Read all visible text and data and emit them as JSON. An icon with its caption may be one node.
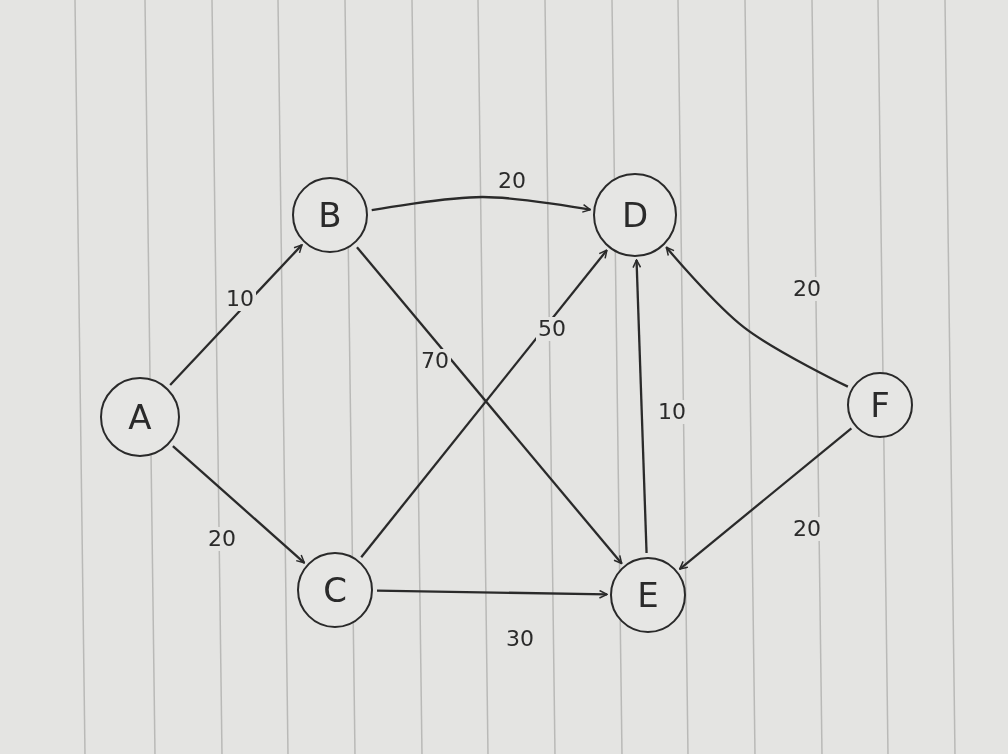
{
  "diagram": {
    "nodes": [
      {
        "text": [
          "A"
        ]
      },
      {
        "text": [
          "B"
        ]
      },
      {
        "text": [
          "C"
        ]
      },
      {
        "text": [
          "D"
        ]
      },
      {
        "text": [
          "E"
        ]
      },
      {
        "text": [
          "F"
        ]
      }
    ],
    "edges": [
      {
        "from": 0,
        "to": 1,
        "arrow": "to",
        "label": "10"
      },
      {
        "from": 0,
        "to": 2,
        "arrow": "to",
        "label": "20"
      },
      {
        "from": 1,
        "to": 3,
        "arrow": "to",
        "label": "20"
      },
      {
        "from": 1,
        "to": 4,
        "arrow": "to",
        "label": "70"
      },
      {
        "from": 2,
        "to": 3,
        "arrow": "to",
        "label": "50"
      },
      {
        "from": 2,
        "to": 4,
        "arrow": "to",
        "label": "30"
      },
      {
        "from": 4,
        "to": 3,
        "arrow": "to",
        "label": "10"
      },
      {
        "from": 5,
        "to": 3,
        "arrow": "to",
        "label": "20"
      },
      {
        "from": 5,
        "to": 4,
        "arrow": "to",
        "label": "20"
      }
    ]
  }
}
